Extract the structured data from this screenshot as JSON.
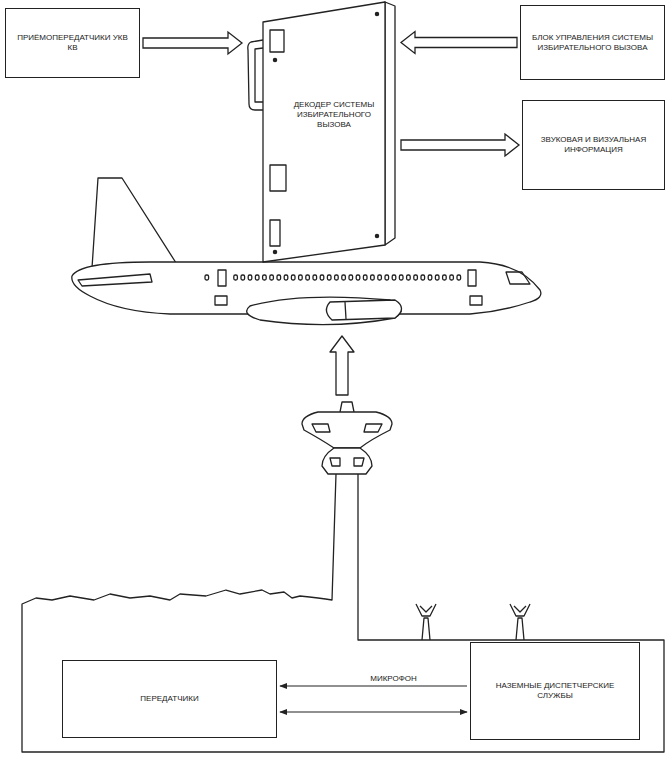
{
  "diagram": {
    "nodes": [
      {
        "text": [
          "ПРИЁМОПЕРЕДАТЧИКИ УКВ КВ"
        ]
      },
      {
        "text": [
          "ДЕКОДЕР СИСТЕМЫ ИЗБИРАТЕЛЬНОГО ВЫЗОВА"
        ]
      },
      {
        "text": [
          "БЛОК УПРАВЛЕНИЯ СИСТЕМЫ ИЗБИРАТЕЛЬНОГО ВЫЗОВА"
        ]
      },
      {
        "text": [
          "ЗВУКОВАЯ И ВИЗУАЛЬНАЯ ИНФОРМАЦИЯ"
        ]
      },
      {
        "text": [
          "ПЕРЕДАТЧИКИ"
        ]
      },
      {
        "text": [
          "НАЗЕМНЫЕ ДИСПЕТЧЕРСКИЕ СЛУЖБЫ"
        ]
      }
    ],
    "edges": [
      {
        "from": 0,
        "to": 1,
        "arrow": "to"
      },
      {
        "from": 2,
        "to": 1,
        "arrow": "to"
      },
      {
        "from": 1,
        "to": 3,
        "arrow": "to"
      },
      {
        "from": 5,
        "to": 4,
        "label": "МИКРОФОН",
        "arrow": "to"
      },
      {
        "from": 4,
        "to": 5,
        "arrow": "both"
      }
    ]
  }
}
